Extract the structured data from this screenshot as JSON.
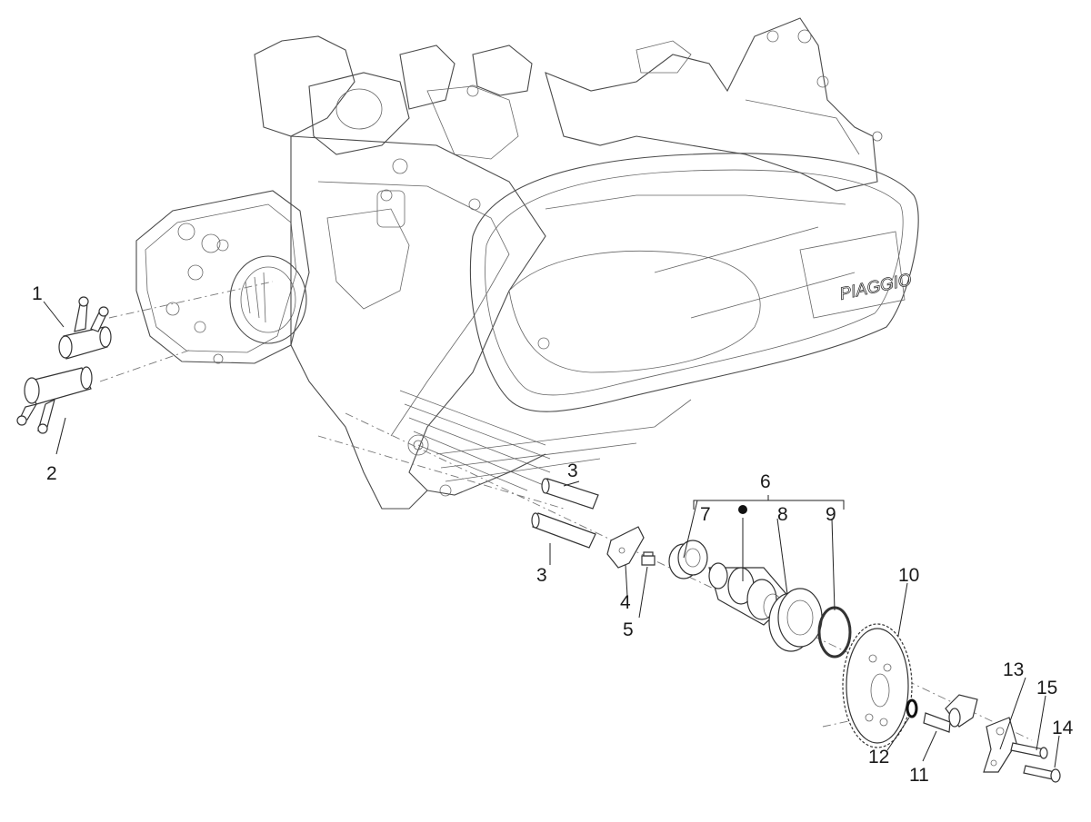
{
  "callouts": [
    {
      "id": "c1",
      "label": "1"
    },
    {
      "id": "c2",
      "label": "2"
    },
    {
      "id": "c3a",
      "label": "3"
    },
    {
      "id": "c3b",
      "label": "3"
    },
    {
      "id": "c4",
      "label": "4"
    },
    {
      "id": "c5",
      "label": "5"
    },
    {
      "id": "c6",
      "label": "6"
    },
    {
      "id": "c7",
      "label": "7"
    },
    {
      "id": "c8",
      "label": "8"
    },
    {
      "id": "c9",
      "label": "9"
    },
    {
      "id": "c10",
      "label": "10"
    },
    {
      "id": "c11",
      "label": "11"
    },
    {
      "id": "c12",
      "label": "12"
    },
    {
      "id": "c13",
      "label": "13"
    },
    {
      "id": "c14",
      "label": "14"
    },
    {
      "id": "c15",
      "label": "15"
    }
  ],
  "engine": {
    "brand_lettering": "PIAGGIO"
  }
}
